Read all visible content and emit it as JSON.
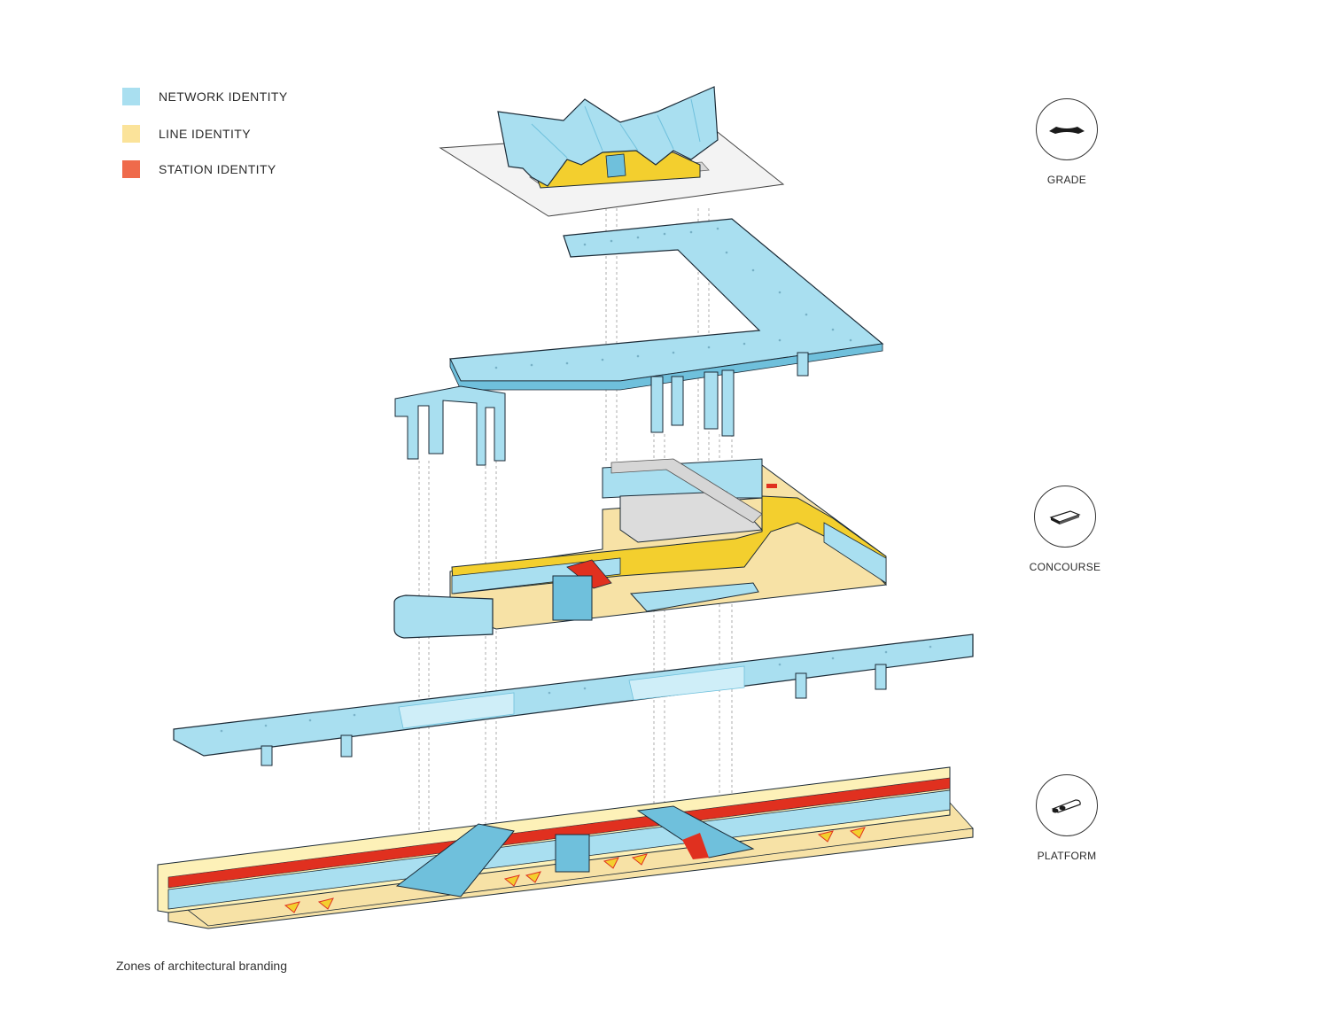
{
  "legend": {
    "items": [
      {
        "label": "NETWORK IDENTITY",
        "color": "#a9dff0"
      },
      {
        "label": "LINE IDENTITY",
        "color": "#fbe39a"
      },
      {
        "label": "STATION IDENTITY",
        "color": "#ef6a4b"
      }
    ]
  },
  "levels": {
    "grade": {
      "label": "GRADE",
      "icon": "canopy-icon"
    },
    "concourse": {
      "label": "CONCOURSE",
      "icon": "slab-icon"
    },
    "platform": {
      "label": "PLATFORM",
      "icon": "tunnel-icon"
    }
  },
  "caption": "Zones of architectural branding",
  "colors": {
    "network_fill": "#a9dff0",
    "network_dark": "#6fc0dc",
    "line_fill": "#f7e2a6",
    "line_strong": "#f3cf2e",
    "station_red": "#e0301f",
    "outline": "#1b2a36",
    "ground": "#f3f3f3"
  }
}
